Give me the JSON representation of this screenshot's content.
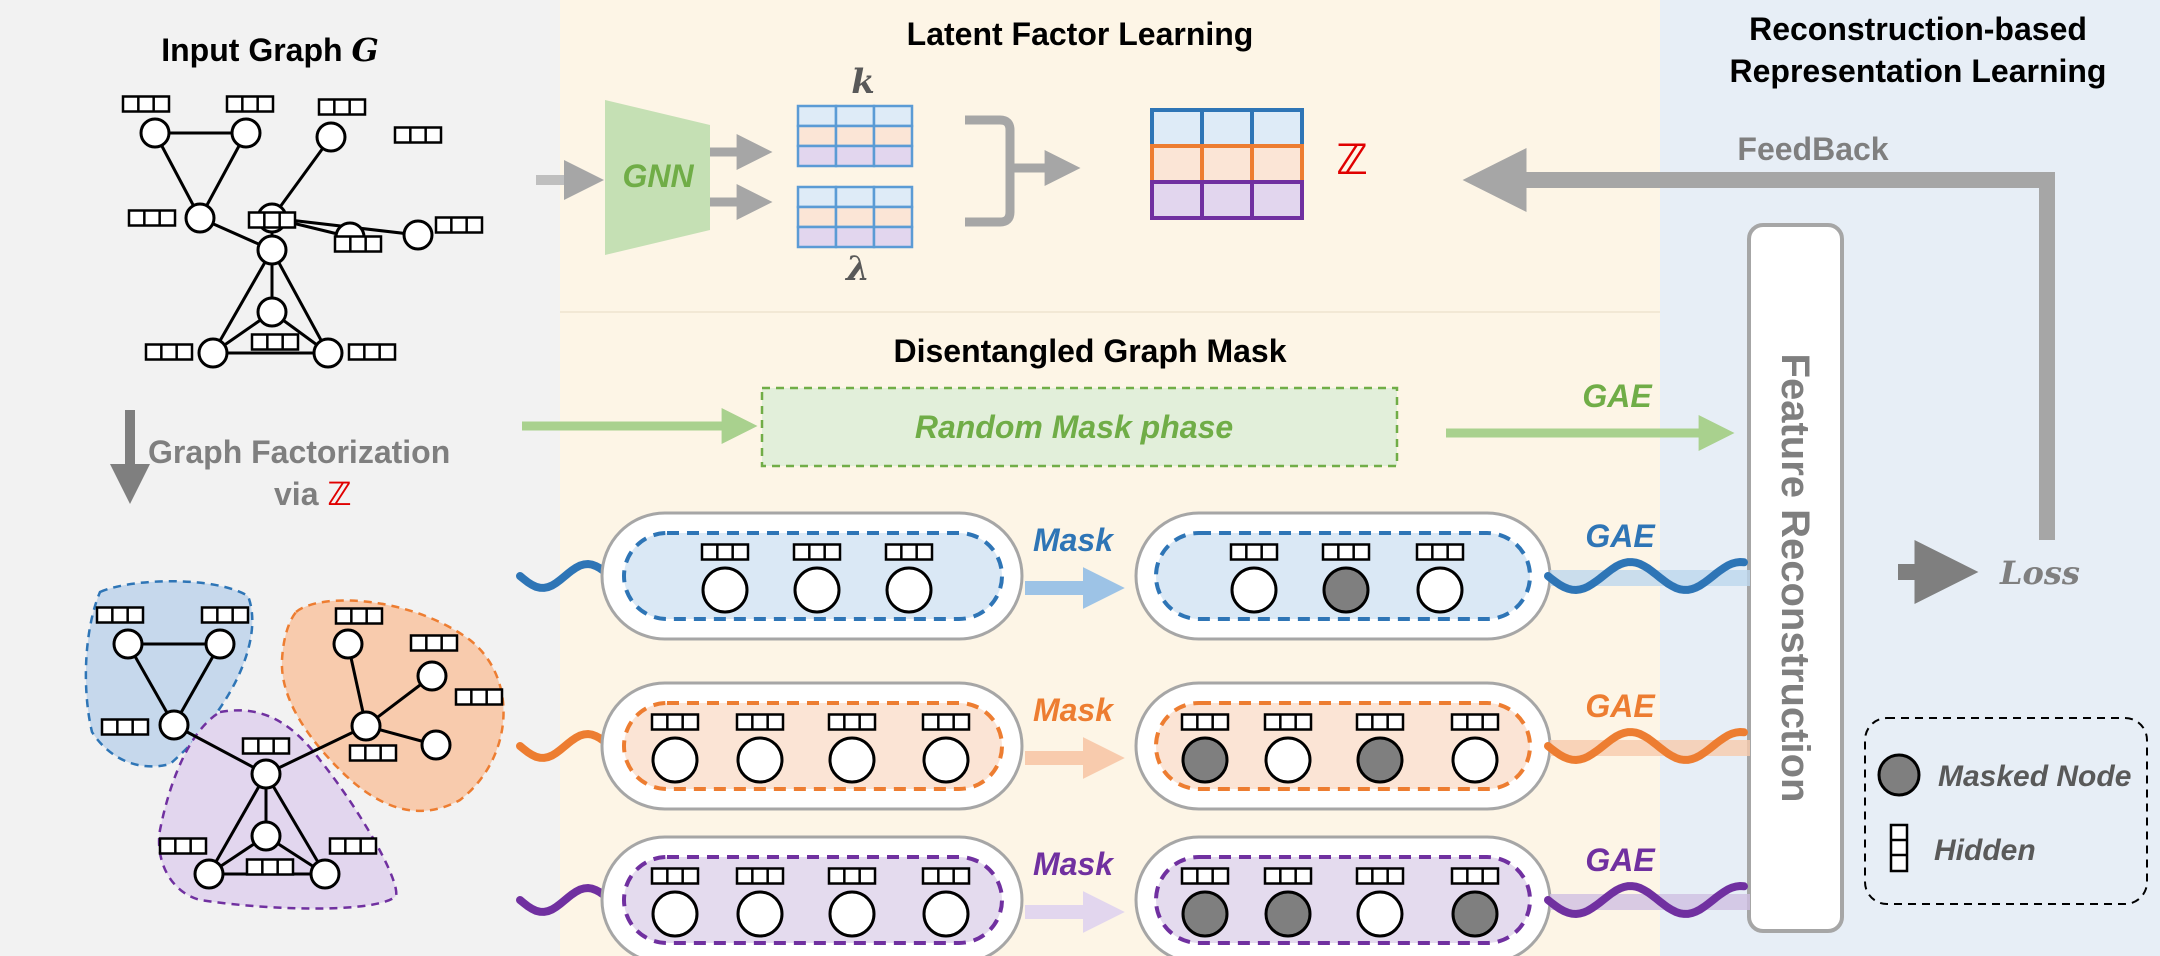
{
  "colors": {
    "panel_left": "#f2f2f2",
    "panel_mid": "#fdf5e6",
    "panel_right": "#e7eef6",
    "green": "#70ad47",
    "blue": "#2e75b6",
    "orange": "#ed7d31",
    "purple": "#7030a0",
    "gray": "#a6a6a6",
    "red": "#e00000"
  },
  "input_graph": {
    "title": "Input Graph ",
    "symbol": "G"
  },
  "factorization": {
    "line1": "Graph Factorization",
    "line2": "via ",
    "symbol": "ℤ"
  },
  "latent": {
    "title": "Latent Factor Learning",
    "gnn": "GNN",
    "k": "k",
    "lambda": "λ",
    "z": "ℤ"
  },
  "recon": {
    "title_line1": "Reconstruction-based",
    "title_line2": "Representation Learning",
    "feedback": "FeedBack",
    "feature_reconstruction": "Feature Reconstruction",
    "loss": "Loss"
  },
  "mask_section": {
    "title": "Disentangled Graph Mask",
    "random_mask": "Random Mask phase",
    "gae_random": "GAE",
    "rows": [
      {
        "color": "blue",
        "mask_label": "Mask",
        "gae_label": "GAE",
        "masked": [
          false,
          true,
          false
        ]
      },
      {
        "color": "orange",
        "mask_label": "Mask",
        "gae_label": "GAE",
        "masked": [
          true,
          false,
          true,
          false
        ]
      },
      {
        "color": "purple",
        "mask_label": "Mask",
        "gae_label": "GAE",
        "masked": [
          true,
          true,
          false,
          true
        ]
      }
    ]
  },
  "legend": {
    "masked_node": "Masked Node",
    "hidden": "Hidden"
  }
}
